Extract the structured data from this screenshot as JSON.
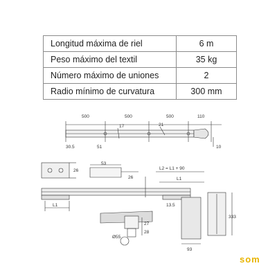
{
  "specs": [
    {
      "label": "Longitud máxima de riel",
      "value": "6 m"
    },
    {
      "label": "Peso máximo del textil",
      "value": "35 kg"
    },
    {
      "label": "Número máximo de uniones",
      "value": "2"
    },
    {
      "label": "Radio mínimo de curvatura",
      "value": "300 mm"
    }
  ],
  "top_drawing": {
    "dims": [
      "500",
      "500",
      "500",
      "110",
      "17",
      "21",
      "30.5",
      "51",
      "10"
    ]
  },
  "bottom_drawing": {
    "dims": [
      "53",
      "26",
      "26",
      "L2 = L1 + 90",
      "L1",
      "L1",
      "13.5",
      "333",
      "93",
      "27",
      "28",
      "Ø55"
    ]
  },
  "logo": {
    "text": "som",
    "color": "#e8b400"
  }
}
